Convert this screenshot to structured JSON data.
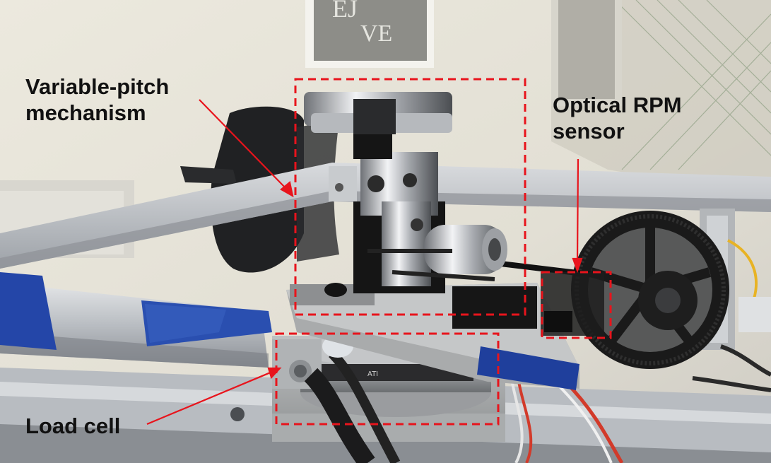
{
  "annotations": {
    "pitch": {
      "line1": "Variable-pitch",
      "line2": "mechanism"
    },
    "rpm": {
      "line1": "Optical RPM",
      "line2": "sensor"
    },
    "load": {
      "line1": "Load cell"
    }
  },
  "colors": {
    "annotation": "#e8141c",
    "label_text": "#111111",
    "wall": "#e9e7df",
    "aluminium": "#c9ccd0",
    "tape": "#1f3f9c",
    "gear": "#1a1a1a"
  },
  "icons": [
    "photo-test-rig"
  ]
}
